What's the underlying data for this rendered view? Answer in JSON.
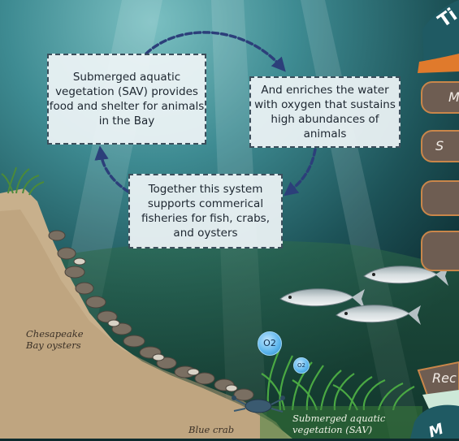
{
  "boxes": {
    "sav_text": "Submerged aquatic vegetation (SAV) provides food and shelter for animals in the Bay",
    "oxygen_text": "And enriches the water with oxygen that sustains high abundances of animals",
    "fisheries_text": "Together this system supports commerical fisheries for fish, crabs, and oysters"
  },
  "labels": {
    "oysters": "Chesapeake Bay oysters",
    "crab": "Blue crab",
    "sav": "Submerged aquatic vegetation (SAV)"
  },
  "bubbles": {
    "large": "O2",
    "small": "O2"
  },
  "sidebar": {
    "title_fragment": "Ti",
    "pills": [
      "M",
      "S",
      "",
      ""
    ],
    "bottom_left": "Rec",
    "bottom_blue": "M"
  },
  "colors": {
    "water_dark": "#0e2b2e",
    "water_light": "#4e9aa1",
    "shore": "#c8b08c",
    "box_border": "#3d4f5c",
    "arrow": "#2c3f7a",
    "oxygen": "#5ab4ec",
    "sidebar_orange": "#e07a2c",
    "sidebar_teal": "#1f5a63"
  }
}
